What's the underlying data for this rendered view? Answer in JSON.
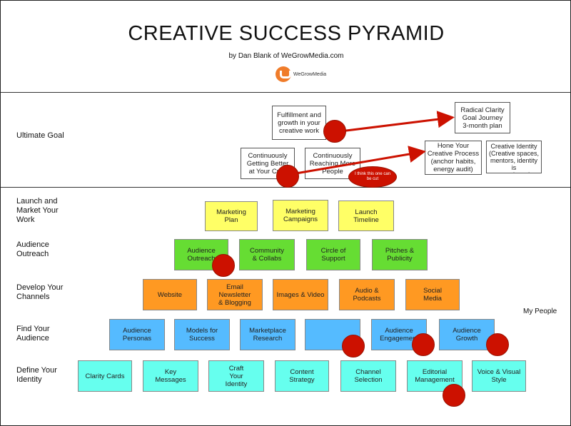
{
  "title": "CREATIVE SUCCESS PYRAMID",
  "byline": "by Dan Blank of WeGrowMedia.com",
  "logo": {
    "icon": "wegrowmedia-logo-icon",
    "text": "WeGrowMedia",
    "color": "#f07c2a"
  },
  "rows": {
    "ultimate_goal": "Ultimate Goal",
    "launch": "Launch and\nMarket Your\nWork",
    "outreach": "Audience\nOutreach",
    "channels": "Develop Your\nChannels",
    "find": "Find Your\nAudience",
    "identity": "Define Your\nIdentity"
  },
  "goals": {
    "fulfillment": "Fulfillment and\ngrowth in your\ncreative work",
    "radical": "Radical Clarity\nGoal Journey\n3-month plan",
    "getting_better": "Continuously\nGetting Better\nat Your Craft",
    "reaching_more": "Continuously\nReaching More\nPeople",
    "hone": "Hone Your\nCreative Process\n(anchor habits,\nenergy audit)",
    "define_identity": "Define Your\nCreative Identity\n(Creative spaces,\nmentors, identity is\nexperience)"
  },
  "note": "I think this one can\nbe cut",
  "launch_boxes": [
    "Marketing\nPlan",
    "Marketing\nCampaigns",
    "Launch\nTimeline"
  ],
  "outreach_boxes": [
    "Audience\nOutreach",
    "Community\n& Collabs",
    "Circle of\nSupport",
    "Pitches &\nPublicity"
  ],
  "channel_boxes": [
    "Website",
    "Email\nNewsletter\n& Blogging",
    "Images & Video",
    "Audio &\nPodcasts",
    "Social\nMedia"
  ],
  "find_boxes": [
    "Audience\nPersonas",
    "Models for\nSuccess",
    "Marketplace\nResearch",
    "",
    "Audience\nEngagement",
    "Audience\nGrowth"
  ],
  "identity_boxes": [
    "Clarity Cards",
    "Key\nMessages",
    "Craft\nYour\nIdentity",
    "Content\nStrategy",
    "Channel\nSelection",
    "Editorial\nManagement",
    "Voice & Visual\nStyle"
  ],
  "side_label": "My People",
  "colors": {
    "yellow": "#ffff66",
    "green": "#66dd33",
    "orange": "#ff9922",
    "blue": "#55bbff",
    "cyan": "#66ffee",
    "red_marker": "#cc1100"
  }
}
